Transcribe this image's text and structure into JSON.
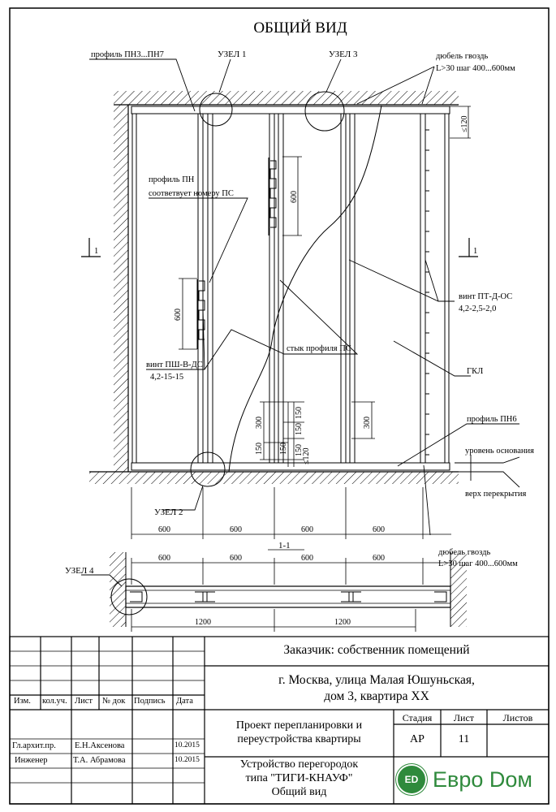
{
  "drawing": {
    "title": "ОБЩИЙ ВИД",
    "labels": {
      "profil_pn3": "профиль ПН3...ПН7",
      "uzel1": "УЗЕЛ 1",
      "uzel3": "УЗЕЛ 3",
      "dubel_top_1": "дюбель гвоздь",
      "dubel_top_2": "L>30 шаг 400...600мм",
      "profil_pn_1": "профиль ПН",
      "profil_pn_2": "соответвует номеру ПС",
      "vint_pt_1": "винт ПТ-Д-ОС",
      "vint_pt_2": "4,2-2,5-2,0",
      "vint_psh_1": "винт ПШ-В-ДС",
      "vint_psh_2": "4,2-15-15",
      "styk": "стык профиля ПС",
      "gkl": "ГКЛ",
      "profil_pn6": "профиль ПН6",
      "uroven": "уровень основания",
      "verh": "верх перекрытия",
      "uzel2": "УЗЕЛ 2",
      "uzel4": "УЗЕЛ 4",
      "dubel_bot_1": "дюбель гвоздь",
      "dubel_bot_2": "L>30 шаг 400...600мм",
      "section_mark": "1",
      "section_title": "1-1"
    },
    "dims": {
      "d600": "600",
      "d300": "300",
      "d150": "150",
      "d120": "≤120",
      "d1200": "1200"
    }
  },
  "title_block": {
    "customer": "Заказчик: собственник помещений",
    "address_1": "г. Москва, улица Малая Юшуньская,",
    "address_2": "дом 3, квартира ХХ",
    "project_1": "Проект перепланировки и",
    "project_2": "переустройства квартиры",
    "sheet_title_1": "Устройство перегородок",
    "sheet_title_2": "типа \"ТИГИ-КНАУФ\"",
    "sheet_title_3": "Общий вид",
    "stage_label": "Стадия",
    "sheet_label": "Лист",
    "sheets_label": "Листов",
    "stage_value": "АР",
    "sheet_value": "11",
    "col_izm": "Изм.",
    "col_kolch": "кол.уч.",
    "col_list": "Лист",
    "col_ndok": "№ док",
    "col_podpis": "Подпись",
    "col_data": "Дата",
    "role_1": "Гл.архит.пр.",
    "name_1": "Е.Н.Аксенова",
    "date_1": "10.2015",
    "role_2": "Инженер",
    "name_2": "Т.А. Абрамова",
    "date_2": "10.2015",
    "logo_badge": "ED",
    "logo_text": "Евро Dом"
  }
}
